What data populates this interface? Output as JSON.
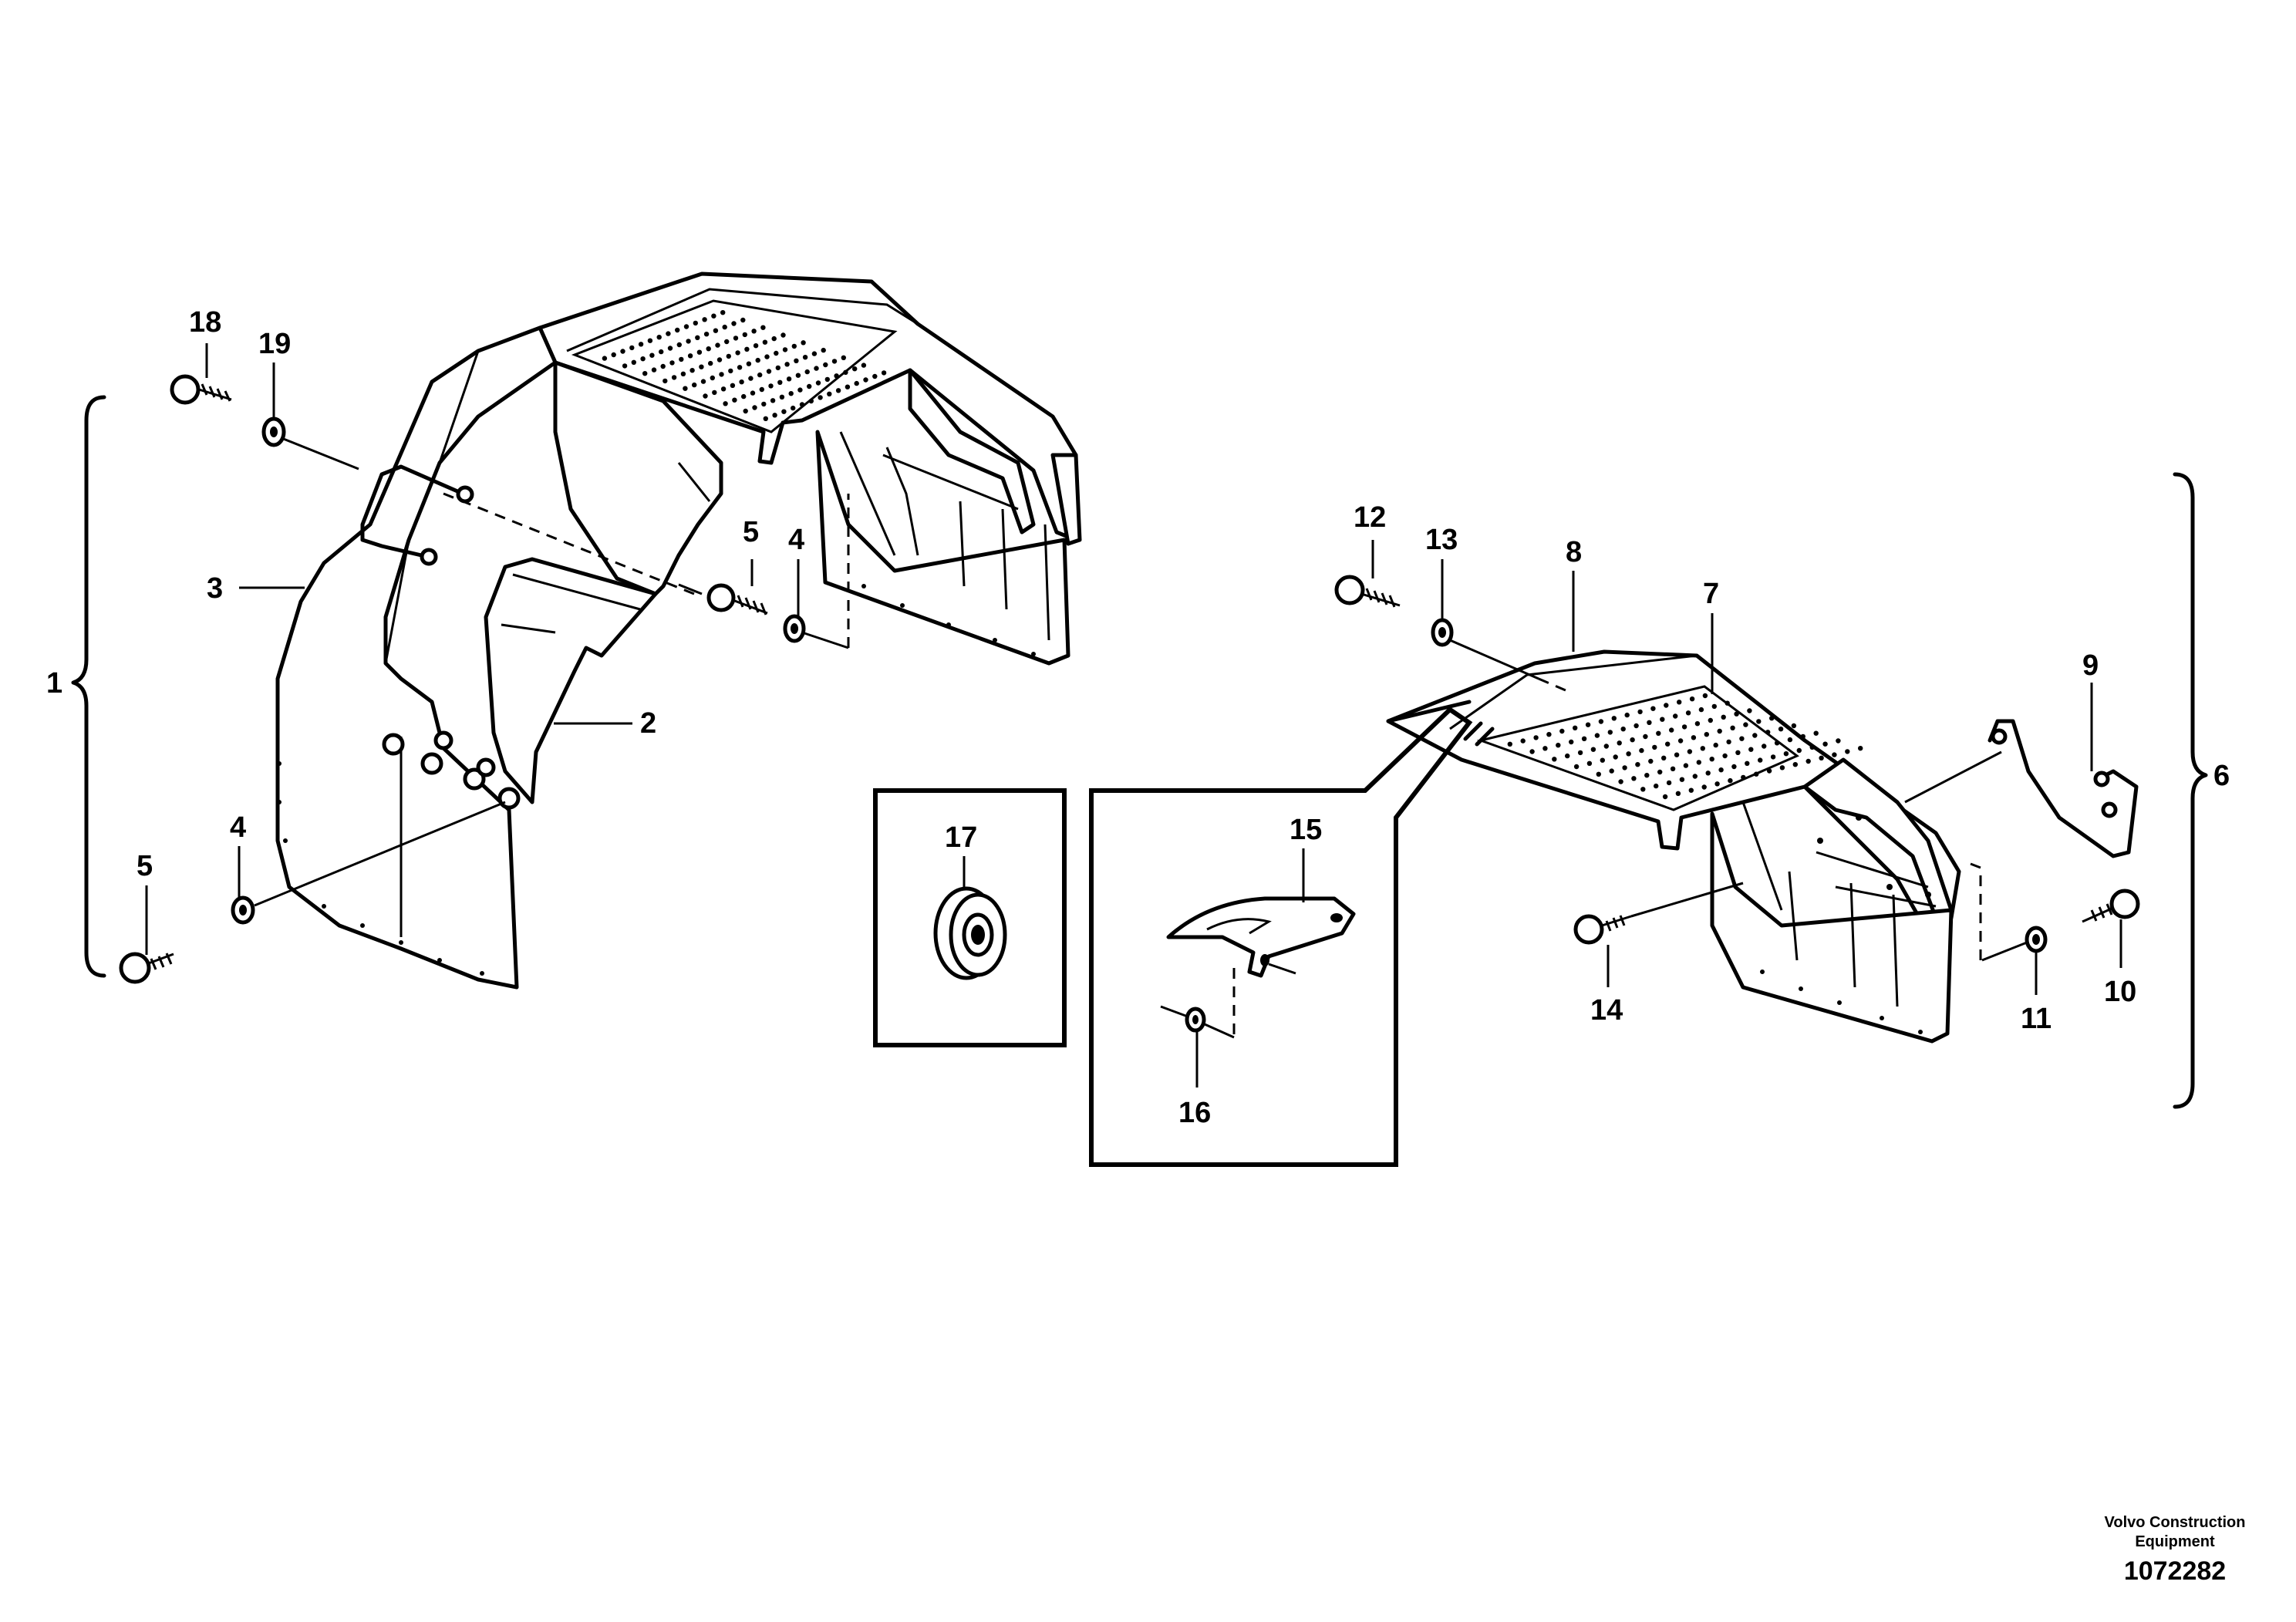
{
  "callouts": {
    "c1": "1",
    "c2": "2",
    "c3": "3",
    "c4a": "4",
    "c4b": "4",
    "c5a": "5",
    "c5b": "5",
    "c6": "6",
    "c7": "7",
    "c8": "8",
    "c9": "9",
    "c10": "10",
    "c11": "11",
    "c12": "12",
    "c13": "13",
    "c14": "14",
    "c15": "15",
    "c16": "16",
    "c17": "17",
    "c18": "18",
    "c19": "19"
  },
  "footer": {
    "company_line1": "Volvo Construction",
    "company_line2": "Equipment",
    "drawing_number": "1072282"
  }
}
